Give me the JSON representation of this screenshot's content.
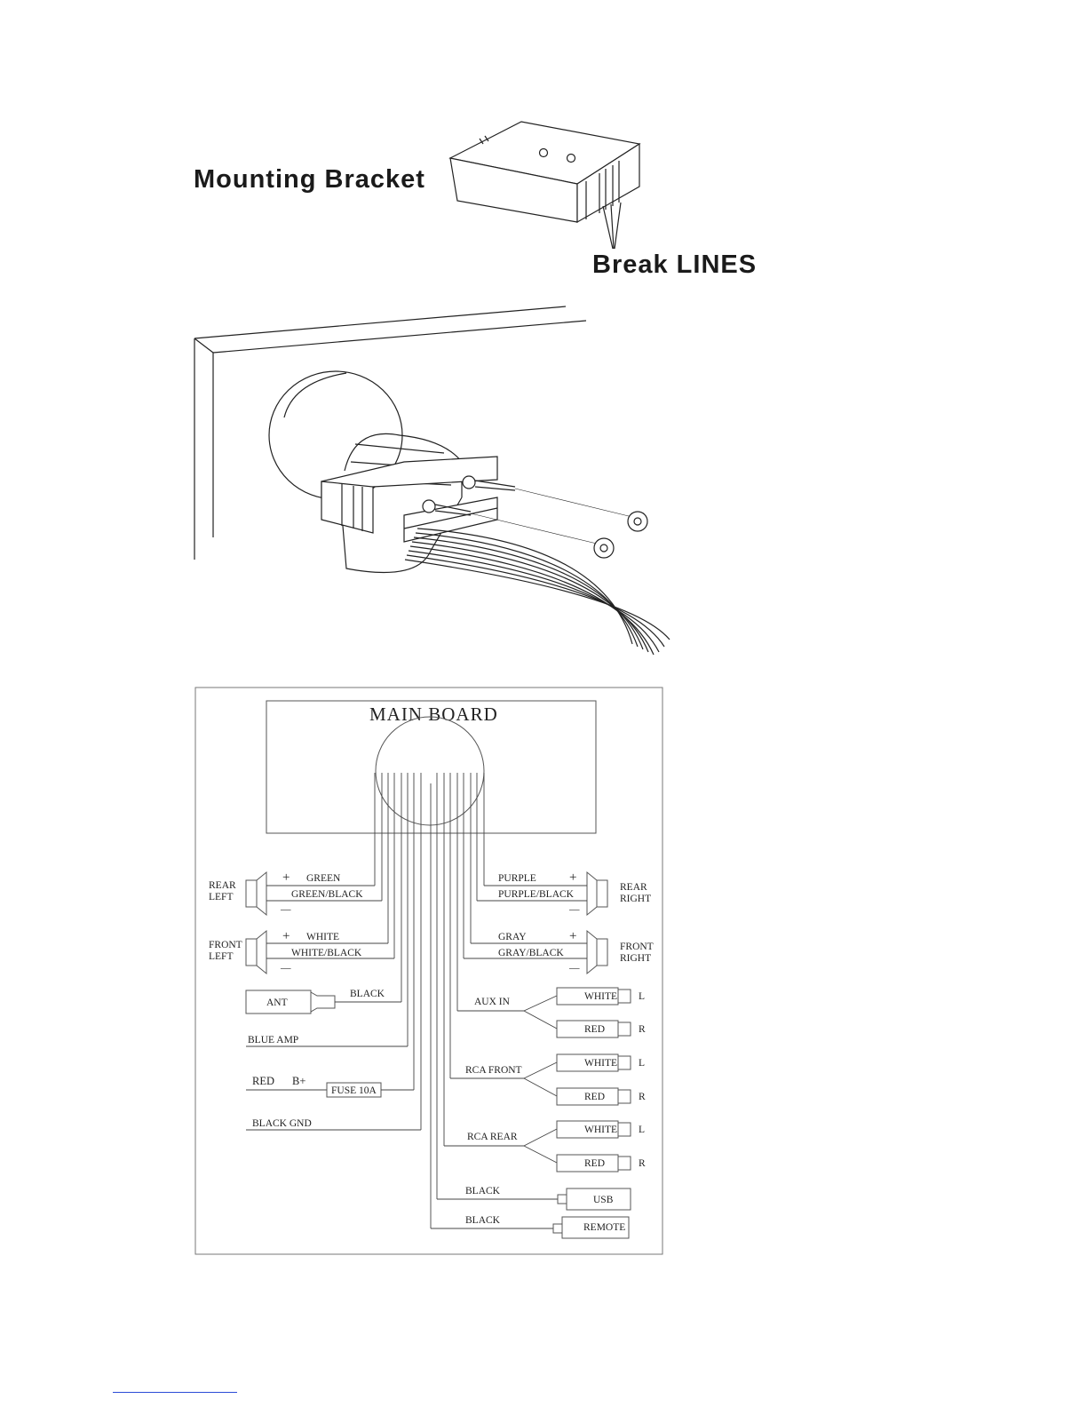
{
  "bracket": {
    "title": "Mounting Bracket",
    "break_label": "Break LINES"
  },
  "wiring": {
    "main_board": "MAIN BOARD",
    "rear_left": {
      "line1": "REAR",
      "line2": "LEFT",
      "pos_wire": "GREEN",
      "neg_wire": "GREEN/BLACK"
    },
    "front_left": {
      "line1": "FRONT",
      "line2": "LEFT",
      "pos_wire": "WHITE",
      "neg_wire": "WHITE/BLACK"
    },
    "rear_right": {
      "line1": "REAR",
      "line2": "RIGHT",
      "pos_wire": "PURPLE",
      "neg_wire": "PURPLE/BLACK"
    },
    "front_right": {
      "line1": "FRONT",
      "line2": "RIGHT",
      "pos_wire": "GRAY",
      "neg_wire": "GRAY/BLACK"
    },
    "plus_sign": "+",
    "minus_sign": "—",
    "ant": {
      "label": "ANT",
      "wire": "BLACK"
    },
    "blue_amp": "BLUE AMP",
    "power": {
      "wire": "RED",
      "b_plus": "B+",
      "fuse": "FUSE 10A"
    },
    "ground": "BLACK GND",
    "aux_in": {
      "label": "AUX IN",
      "left": "WHITE",
      "right": "RED",
      "l": "L",
      "r": "R"
    },
    "rca_front": {
      "label": "RCA FRONT",
      "left": "WHITE",
      "right": "RED",
      "l": "L",
      "r": "R"
    },
    "rca_rear": {
      "label": "RCA REAR",
      "left": "WHITE",
      "right": "RED",
      "l": "L",
      "r": "R"
    },
    "usb": {
      "wire": "BLACK",
      "label": "USB"
    },
    "remote": {
      "wire": "BLACK",
      "label": "REMOTE"
    }
  }
}
